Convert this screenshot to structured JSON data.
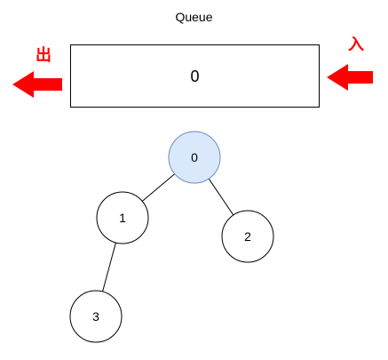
{
  "title": "Queue",
  "queue": {
    "items": [
      "0"
    ],
    "out_label": "出",
    "in_label": "入"
  },
  "tree": {
    "nodes": [
      {
        "id": "0",
        "label": "0",
        "highlighted": true
      },
      {
        "id": "1",
        "label": "1",
        "highlighted": false
      },
      {
        "id": "2",
        "label": "2",
        "highlighted": false
      },
      {
        "id": "3",
        "label": "3",
        "highlighted": false
      }
    ],
    "edges": [
      [
        "0",
        "1"
      ],
      [
        "0",
        "2"
      ],
      [
        "1",
        "3"
      ]
    ]
  },
  "colors": {
    "arrow": "#ff0000",
    "label": "#ff0000",
    "highlight_fill": "#dae8fc",
    "highlight_stroke": "#6c8ebf",
    "node_stroke": "#000000"
  }
}
